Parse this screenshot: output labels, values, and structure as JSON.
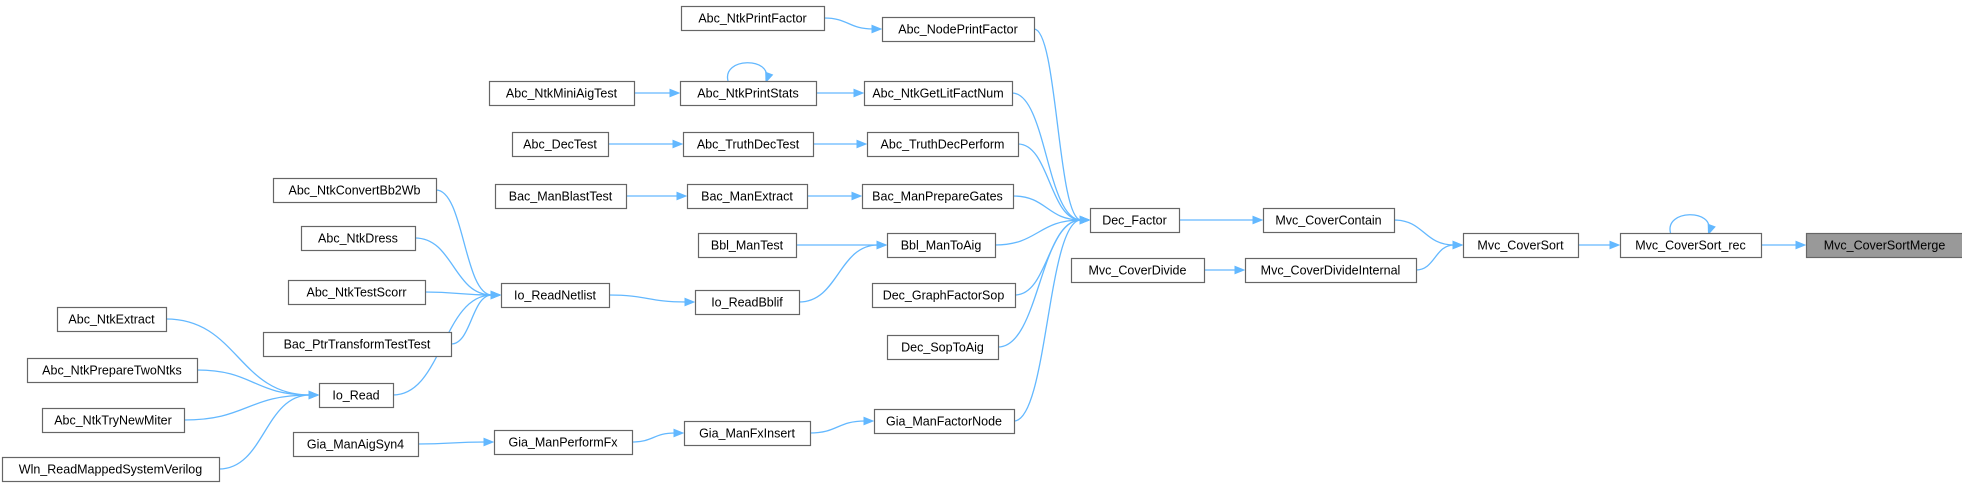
{
  "nodes": [
    {
      "id": "Mvc_CoverSortMerge",
      "label": "Mvc_CoverSortMerge",
      "highlight": true
    },
    {
      "id": "Mvc_CoverSort_rec",
      "label": "Mvc_CoverSort_rec"
    },
    {
      "id": "Mvc_CoverSort",
      "label": "Mvc_CoverSort"
    },
    {
      "id": "Mvc_CoverContain",
      "label": "Mvc_CoverContain"
    },
    {
      "id": "Mvc_CoverDivideInternal",
      "label": "Mvc_CoverDivideInternal"
    },
    {
      "id": "Mvc_CoverDivide",
      "label": "Mvc_CoverDivide"
    },
    {
      "id": "Dec_Factor",
      "label": "Dec_Factor"
    },
    {
      "id": "Abc_NodePrintFactor",
      "label": "Abc_NodePrintFactor"
    },
    {
      "id": "Abc_NtkPrintFactor",
      "label": "Abc_NtkPrintFactor"
    },
    {
      "id": "Abc_NtkGetLitFactNum",
      "label": "Abc_NtkGetLitFactNum"
    },
    {
      "id": "Abc_NtkPrintStats",
      "label": "Abc_NtkPrintStats"
    },
    {
      "id": "Abc_NtkMiniAigTest",
      "label": "Abc_NtkMiniAigTest"
    },
    {
      "id": "Abc_TruthDecPerform",
      "label": "Abc_TruthDecPerform"
    },
    {
      "id": "Abc_TruthDecTest",
      "label": "Abc_TruthDecTest"
    },
    {
      "id": "Abc_DecTest",
      "label": "Abc_DecTest"
    },
    {
      "id": "Bac_ManPrepareGates",
      "label": "Bac_ManPrepareGates"
    },
    {
      "id": "Bac_ManExtract",
      "label": "Bac_ManExtract"
    },
    {
      "id": "Bac_ManBlastTest",
      "label": "Bac_ManBlastTest"
    },
    {
      "id": "Bbl_ManToAig",
      "label": "Bbl_ManToAig"
    },
    {
      "id": "Bbl_ManTest",
      "label": "Bbl_ManTest"
    },
    {
      "id": "Io_ReadBblif",
      "label": "Io_ReadBblif"
    },
    {
      "id": "Io_ReadNetlist",
      "label": "Io_ReadNetlist"
    },
    {
      "id": "Abc_NtkConvertBb2Wb",
      "label": "Abc_NtkConvertBb2Wb"
    },
    {
      "id": "Abc_NtkDress",
      "label": "Abc_NtkDress"
    },
    {
      "id": "Abc_NtkTestScorr",
      "label": "Abc_NtkTestScorr"
    },
    {
      "id": "Bac_PtrTransformTestTest",
      "label": "Bac_PtrTransformTestTest"
    },
    {
      "id": "Io_Read",
      "label": "Io_Read"
    },
    {
      "id": "Abc_NtkExtract",
      "label": "Abc_NtkExtract"
    },
    {
      "id": "Abc_NtkPrepareTwoNtks",
      "label": "Abc_NtkPrepareTwoNtks"
    },
    {
      "id": "Abc_NtkTryNewMiter",
      "label": "Abc_NtkTryNewMiter"
    },
    {
      "id": "Wln_ReadMappedSystemVerilog",
      "label": "Wln_ReadMappedSystemVerilog"
    },
    {
      "id": "Dec_GraphFactorSop",
      "label": "Dec_GraphFactorSop"
    },
    {
      "id": "Dec_SopToAig",
      "label": "Dec_SopToAig"
    },
    {
      "id": "Gia_ManFactorNode",
      "label": "Gia_ManFactorNode"
    },
    {
      "id": "Gia_ManFxInsert",
      "label": "Gia_ManFxInsert"
    },
    {
      "id": "Gia_ManPerformFx",
      "label": "Gia_ManPerformFx"
    },
    {
      "id": "Gia_ManAigSyn4",
      "label": "Gia_ManAigSyn4"
    }
  ],
  "edges": [
    {
      "from": "Mvc_CoverSort_rec",
      "to": "Mvc_CoverSortMerge"
    },
    {
      "from": "Mvc_CoverSort_rec",
      "to": "Mvc_CoverSort_rec"
    },
    {
      "from": "Mvc_CoverSort",
      "to": "Mvc_CoverSort_rec"
    },
    {
      "from": "Mvc_CoverContain",
      "to": "Mvc_CoverSort"
    },
    {
      "from": "Mvc_CoverDivideInternal",
      "to": "Mvc_CoverSort"
    },
    {
      "from": "Dec_Factor",
      "to": "Mvc_CoverContain"
    },
    {
      "from": "Mvc_CoverDivide",
      "to": "Mvc_CoverDivideInternal"
    },
    {
      "from": "Abc_NodePrintFactor",
      "to": "Dec_Factor"
    },
    {
      "from": "Abc_NtkGetLitFactNum",
      "to": "Dec_Factor"
    },
    {
      "from": "Abc_TruthDecPerform",
      "to": "Dec_Factor"
    },
    {
      "from": "Bac_ManPrepareGates",
      "to": "Dec_Factor"
    },
    {
      "from": "Bbl_ManToAig",
      "to": "Dec_Factor"
    },
    {
      "from": "Dec_GraphFactorSop",
      "to": "Dec_Factor"
    },
    {
      "from": "Dec_SopToAig",
      "to": "Dec_Factor"
    },
    {
      "from": "Gia_ManFactorNode",
      "to": "Dec_Factor"
    },
    {
      "from": "Abc_NtkPrintFactor",
      "to": "Abc_NodePrintFactor"
    },
    {
      "from": "Abc_NtkPrintStats",
      "to": "Abc_NtkGetLitFactNum"
    },
    {
      "from": "Abc_NtkPrintStats",
      "to": "Abc_NtkPrintStats"
    },
    {
      "from": "Abc_NtkMiniAigTest",
      "to": "Abc_NtkPrintStats"
    },
    {
      "from": "Abc_TruthDecTest",
      "to": "Abc_TruthDecPerform"
    },
    {
      "from": "Abc_DecTest",
      "to": "Abc_TruthDecTest"
    },
    {
      "from": "Bac_ManExtract",
      "to": "Bac_ManPrepareGates"
    },
    {
      "from": "Bac_ManBlastTest",
      "to": "Bac_ManExtract"
    },
    {
      "from": "Bbl_ManTest",
      "to": "Bbl_ManToAig"
    },
    {
      "from": "Io_ReadBblif",
      "to": "Bbl_ManToAig"
    },
    {
      "from": "Io_ReadNetlist",
      "to": "Io_ReadBblif"
    },
    {
      "from": "Abc_NtkConvertBb2Wb",
      "to": "Io_ReadNetlist"
    },
    {
      "from": "Abc_NtkDress",
      "to": "Io_ReadNetlist"
    },
    {
      "from": "Abc_NtkTestScorr",
      "to": "Io_ReadNetlist"
    },
    {
      "from": "Bac_PtrTransformTestTest",
      "to": "Io_ReadNetlist"
    },
    {
      "from": "Io_Read",
      "to": "Io_ReadNetlist"
    },
    {
      "from": "Abc_NtkExtract",
      "to": "Io_Read"
    },
    {
      "from": "Abc_NtkPrepareTwoNtks",
      "to": "Io_Read"
    },
    {
      "from": "Abc_NtkTryNewMiter",
      "to": "Io_Read"
    },
    {
      "from": "Wln_ReadMappedSystemVerilog",
      "to": "Io_Read"
    },
    {
      "from": "Gia_ManFxInsert",
      "to": "Gia_ManFactorNode"
    },
    {
      "from": "Gia_ManPerformFx",
      "to": "Gia_ManFxInsert"
    },
    {
      "from": "Gia_ManAigSyn4",
      "to": "Gia_ManPerformFx"
    }
  ],
  "colors": {
    "edge": "#63b8ff",
    "node_border": "#666666",
    "node_fill": "#ffffff",
    "highlight_fill": "#999999"
  }
}
